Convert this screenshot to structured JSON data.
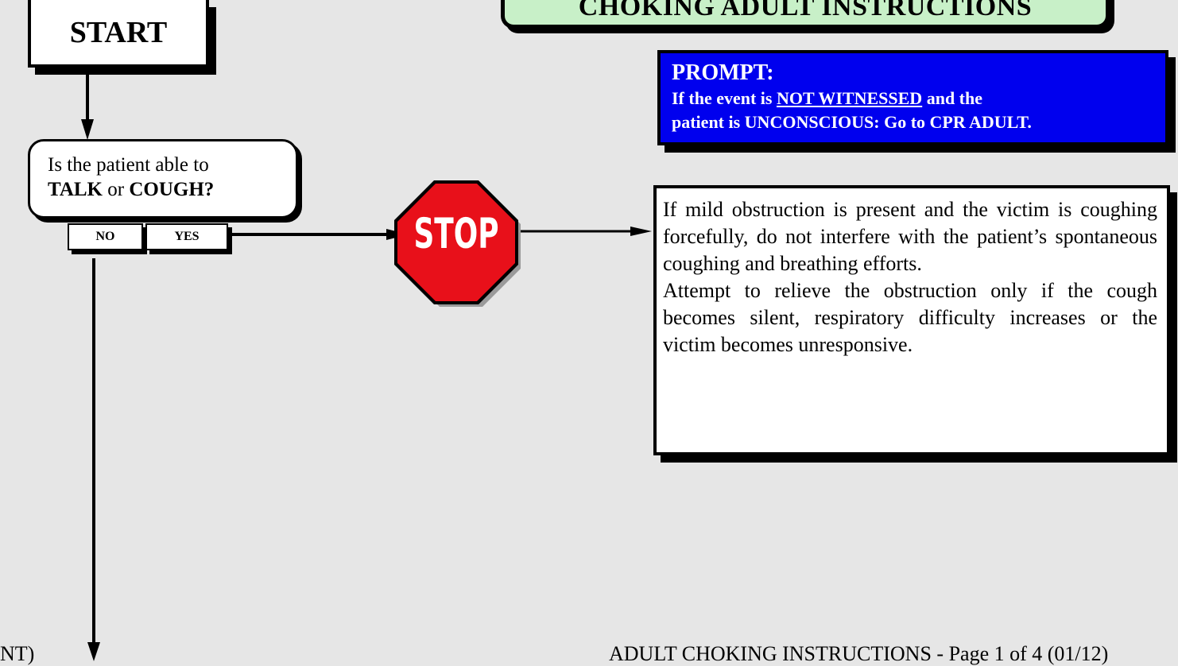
{
  "header": {
    "title": "CHOKING ADULT INSTRUCTIONS"
  },
  "start": {
    "label": "START"
  },
  "question": {
    "prefix": "Is the patient able to",
    "talk": "TALK",
    "or": "or",
    "cough": "COUGH?"
  },
  "answers": {
    "no": "NO",
    "yes": "YES"
  },
  "stop_sign": {
    "label": "STOP",
    "color": "#e8101a"
  },
  "prompt": {
    "heading": "PROMPT:",
    "line1_pre": "If the event is",
    "line1_underlined": "NOT WITNESSED",
    "line1_post": "and the",
    "line2": "patient is UNCONSCIOUS: Go to CPR ADULT.",
    "color": "#0000ee"
  },
  "info": {
    "paragraph1": "If mild obstruction is present and the victim is coughing forcefully, do not interfere with the patient’s spontaneous coughing and breathing efforts.",
    "paragraph2": "Attempt to relieve the obstruction only if the cough becomes silent, respiratory difficulty increases or the victim becomes unresponsive."
  },
  "footer": {
    "left": "NT)",
    "right": "ADULT CHOKING INSTRUCTIONS - Page 1 of 4 (01/12)"
  },
  "colors": {
    "background": "#e6e6e6",
    "title_fill": "#c8f0c8"
  }
}
